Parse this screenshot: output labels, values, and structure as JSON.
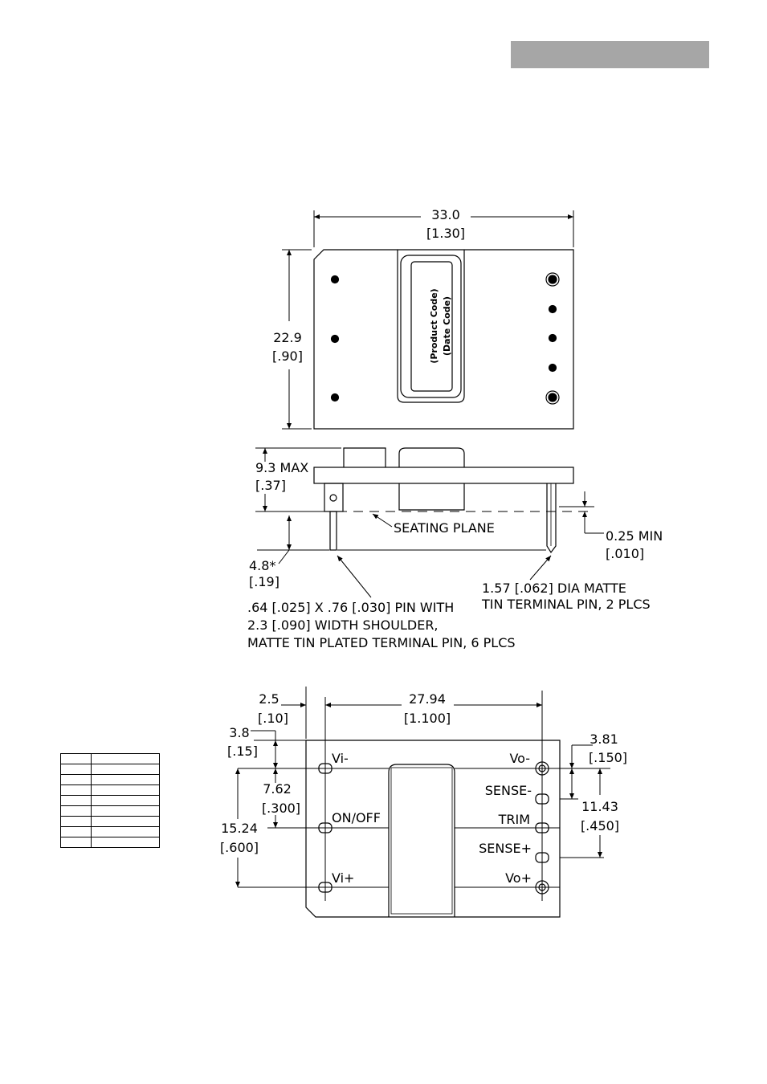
{
  "header": {
    "bar_color": "#a6a6a6"
  },
  "top_view": {
    "width_mm": "33.0",
    "width_in": "[1.30]",
    "height_mm": "22.9",
    "height_in": "[.90]",
    "label_product_code": "(Product Code)",
    "label_date_code": "(Date Code)"
  },
  "side_view": {
    "height_mm": "9.3 MAX",
    "height_in": "[.37]",
    "seating_plane": "SEATING PLANE",
    "pin_length_mm": "4.8*",
    "pin_length_in": "[.19]",
    "standoff_mm": "0.25 MIN",
    "standoff_in": "[.010]",
    "note_pin_large_1": "1.57 [.062] DIA MATTE",
    "note_pin_large_2": "TIN TERMINAL PIN, 2 PLCS",
    "note_pin_small_1": ".64 [.025] X .76 [.030] PIN WITH",
    "note_pin_small_2": "2.3 [.090] WIDTH SHOULDER,",
    "note_pin_small_3": "MATTE TIN PLATED TERMINAL PIN, 6 PLCS"
  },
  "bottom_view": {
    "dim_left_offset_mm": "2.5",
    "dim_left_offset_in": "[.10]",
    "dim_pitch_mm": "27.94",
    "dim_pitch_in": "[1.100]",
    "dim_top_mm": "3.8",
    "dim_top_in": "[.15]",
    "dim_mid_mm": "7.62",
    "dim_mid_in": "[.300]",
    "dim_full_mm": "15.24",
    "dim_full_in": "[.600]",
    "dim_right_top_mm": "3.81",
    "dim_right_top_in": "[.150]",
    "dim_right_span_mm": "11.43",
    "dim_right_span_in": "[.450]",
    "pins": {
      "vi_minus": "Vi-",
      "on_off": "ON/OFF",
      "vi_plus": "Vi+",
      "vo_minus": "Vo-",
      "sense_minus": "SENSE-",
      "trim": "TRIM",
      "sense_plus": "SENSE+",
      "vo_plus": "Vo+"
    }
  }
}
